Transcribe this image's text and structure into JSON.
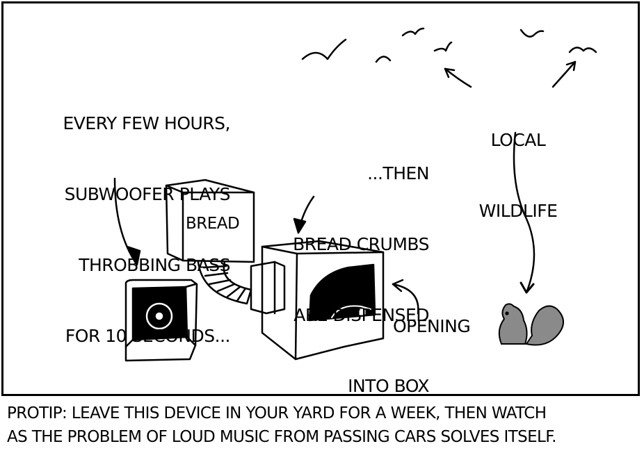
{
  "panel": {
    "subwoofer_note": [
      "EVERY FEW HOURS,",
      "SUBWOOFER PLAYS",
      "THROBBING BASS",
      "FOR 10 SECONDS..."
    ],
    "crumbs_note": [
      "...THEN",
      "BREAD CRUMBS",
      "ARE DISPENSED",
      "INTO BOX"
    ],
    "wildlife_note": [
      "LOCAL",
      "WILDLIFE"
    ],
    "bread_box_label": "BREAD",
    "opening_label": "OPENING"
  },
  "caption": {
    "line1": "PROTIP: LEAVE THIS DEVICE IN YOUR YARD FOR A WEEK, THEN WATCH",
    "line2": "AS THE PROBLEM OF LOUD MUSIC FROM PASSING CARS SOLVES ITSELF."
  },
  "colors": {
    "ink": "#000000",
    "paper": "#ffffff",
    "squirrel": "#8a8a8a"
  }
}
